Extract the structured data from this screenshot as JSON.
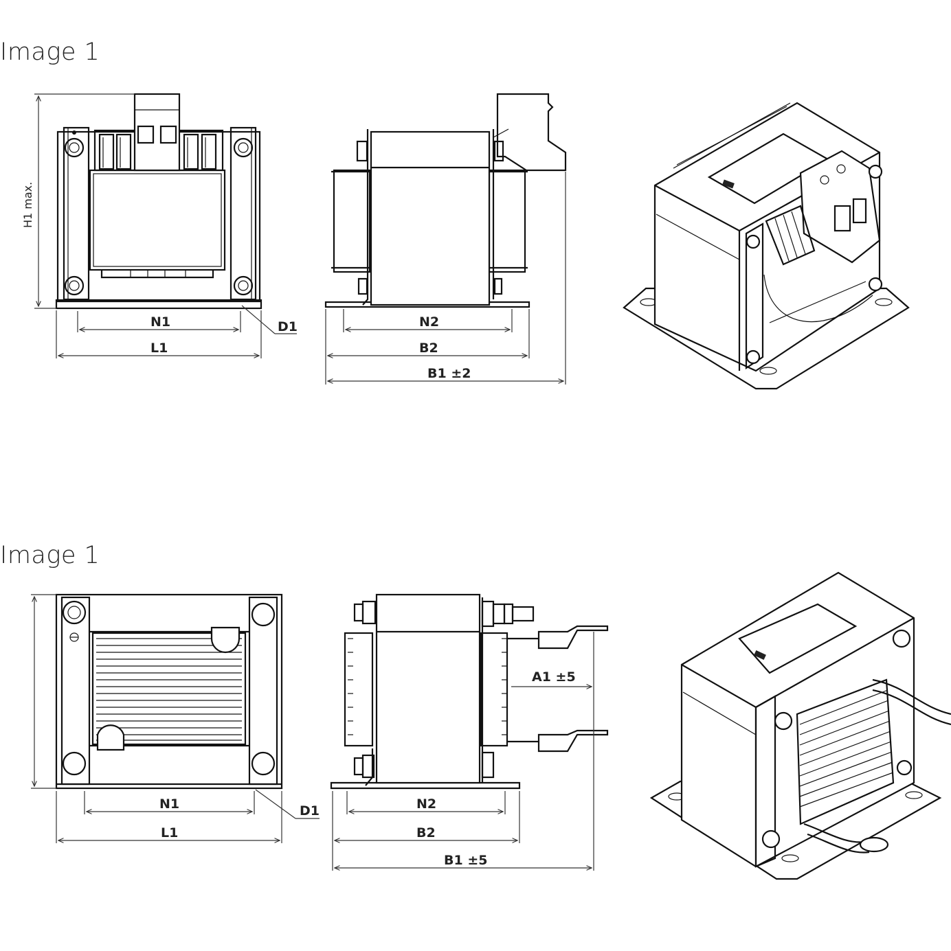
{
  "headings": [
    "Image 1",
    "Image 1"
  ],
  "top": {
    "h1": "H1 max.",
    "n1": "N1",
    "l1": "L1",
    "d1": "D1",
    "n2": "N2",
    "b2": "B2",
    "b1": "B1 ±2"
  },
  "bottom": {
    "n1": "N1",
    "l1": "L1",
    "d1": "D1",
    "n2": "N2",
    "b2": "B2",
    "b1": "B1 ±5",
    "a1": "A1 ±5"
  }
}
